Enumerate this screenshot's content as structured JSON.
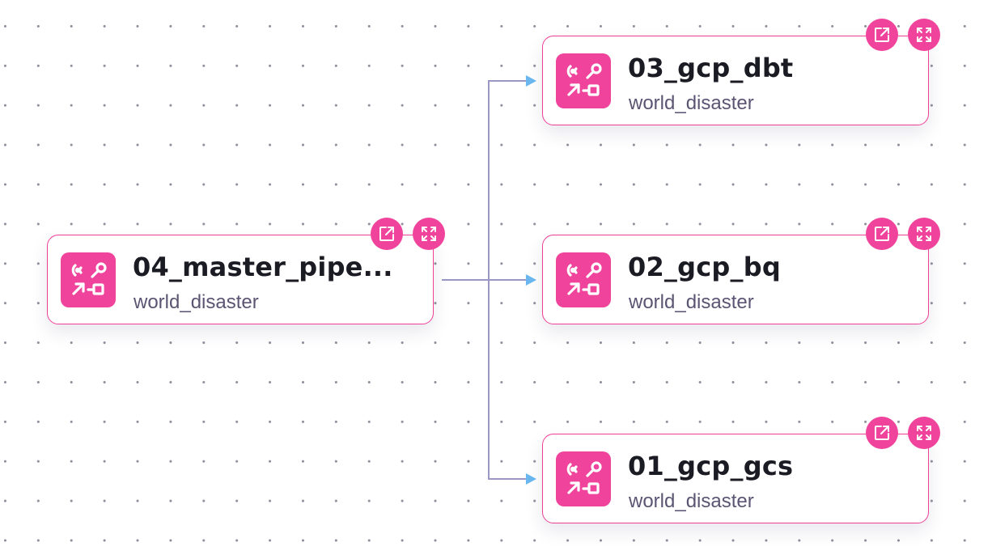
{
  "colors": {
    "accent": "#f0439b",
    "edge": "#9b97c4",
    "arrow": "#6bb8f0",
    "title": "#1b1b24",
    "subtitle": "#5b5472"
  },
  "icons": {
    "flow": "flow-icon",
    "open": "external-link-icon",
    "expand": "expand-icon"
  },
  "nodes": [
    {
      "id": "master",
      "title": "04_master_pipe...",
      "namespace": "world_disaster"
    },
    {
      "id": "dbt",
      "title": "03_gcp_dbt",
      "namespace": "world_disaster"
    },
    {
      "id": "bq",
      "title": "02_gcp_bq",
      "namespace": "world_disaster"
    },
    {
      "id": "gcs",
      "title": "01_gcp_gcs",
      "namespace": "world_disaster"
    }
  ],
  "edges": [
    {
      "from": "master",
      "to": "dbt"
    },
    {
      "from": "master",
      "to": "bq"
    },
    {
      "from": "master",
      "to": "gcs"
    }
  ]
}
